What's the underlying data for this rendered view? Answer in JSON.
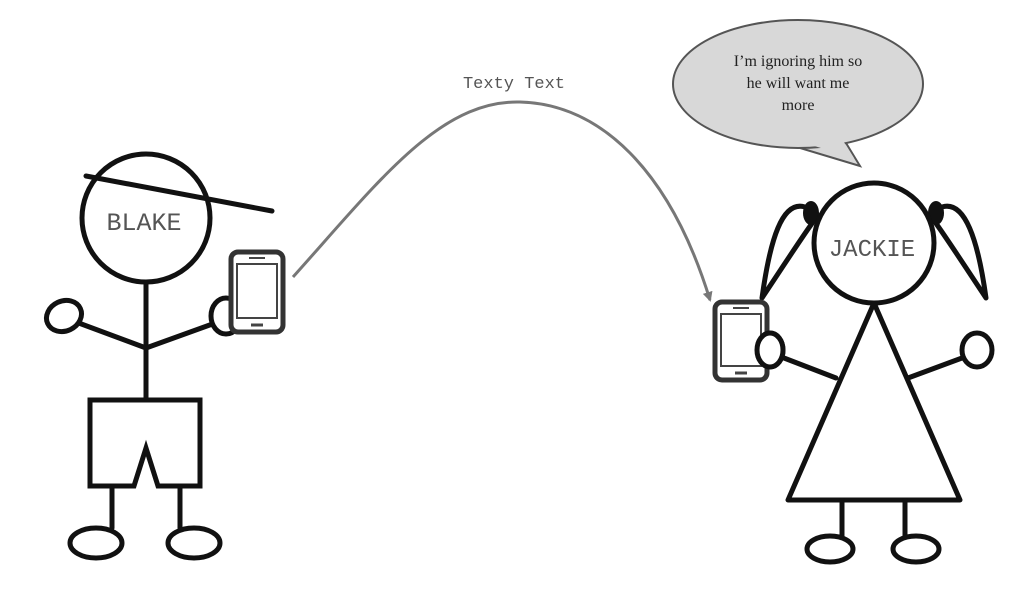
{
  "message_label": "Texty Text",
  "characters": {
    "left": {
      "name": "BLAKE"
    },
    "right": {
      "name": "JACKIE"
    }
  },
  "speech_bubble": {
    "lines": [
      "I’m ignoring him so",
      "he will want me",
      "more"
    ]
  }
}
